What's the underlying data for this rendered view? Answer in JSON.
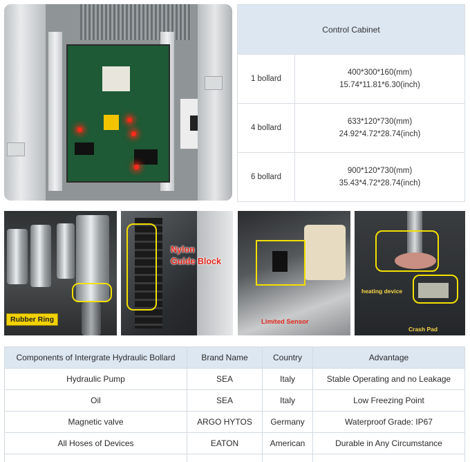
{
  "cabinet_table": {
    "header": "Control Cabinet",
    "rows": [
      {
        "label": "1 bollard",
        "mm": "400*300*160(mm)",
        "inch": "15.74*11.81*6.30(inch)"
      },
      {
        "label": "4 bollard",
        "mm": "633*120*730(mm)",
        "inch": "24.92*4.72*28.74(inch)"
      },
      {
        "label": "6 bollard",
        "mm": "900*120*730(mm)",
        "inch": "35.43*4.72*28.74(inch)"
      }
    ]
  },
  "photos": {
    "rubber_ring": "Rubber Ring",
    "nylon_line1": "Nylon",
    "nylon_line2": "Guide Block",
    "limited_sensor": "Limited Sensor",
    "heating_device": "heating device",
    "crash_pad": "Crash Pad"
  },
  "components_table": {
    "headers": [
      "Components of Intergrate Hydraulic Bollard",
      "Brand Name",
      "Country",
      "Advantage"
    ],
    "rows": [
      [
        "Hydraulic Pump",
        "SEA",
        "Italy",
        "Stable Operating and no Leakage"
      ],
      [
        "Oil",
        "SEA",
        "Italy",
        "Low Freezing Point"
      ],
      [
        "Magnetic valve",
        "ARGO HYTOS",
        "Germany",
        "Waterproof Grade: IP67"
      ],
      [
        "All Hoses of Devices",
        "EATON",
        "American",
        "Durable in Any Circumstance"
      ]
    ]
  },
  "colors": {
    "table_header_bg": "#dde7f2",
    "highlight_yellow": "#f4e000",
    "label_red": "#e3271c"
  }
}
